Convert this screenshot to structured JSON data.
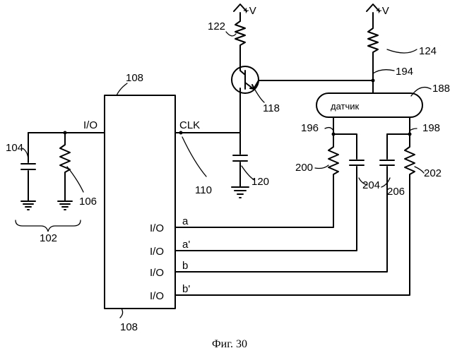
{
  "caption": "Фиг. 30",
  "supply": {
    "left": "+V",
    "right": "+V"
  },
  "chip": {
    "top_ref": "108",
    "bottom_ref": "108",
    "pin_left": "I/O",
    "pin_clk": "CLK"
  },
  "io_pins": [
    {
      "pin": "I/O",
      "net": "a"
    },
    {
      "pin": "I/O",
      "net": "a'"
    },
    {
      "pin": "I/O",
      "net": "b"
    },
    {
      "pin": "I/O",
      "net": "b'"
    }
  ],
  "sensor": {
    "label": "датчик",
    "ref": "188"
  },
  "refs": {
    "r102": "102",
    "c104": "104",
    "r106": "106",
    "clk110": "110",
    "q118": "118",
    "c120": "120",
    "r122": "122",
    "r124": "124",
    "n194": "194",
    "n196": "196",
    "n198": "198",
    "r200": "200",
    "r202": "202",
    "c204": "204",
    "c206": "206"
  }
}
